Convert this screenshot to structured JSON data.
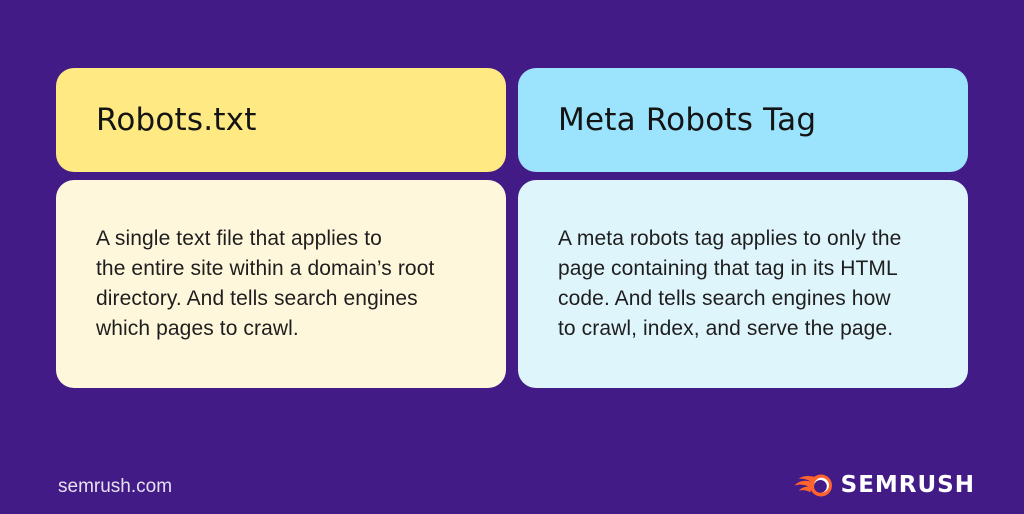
{
  "page": {
    "background_color": "#421B87"
  },
  "comparison": {
    "columns": [
      {
        "title": "Robots.txt",
        "description": "A single text file that applies to\nthe entire site within a domain’s root\ndirectory. And tells search engines\nwhich pages to crawl.",
        "header_color": "#FFE982",
        "body_color": "#FFF7DC"
      },
      {
        "title": "Meta Robots Tag",
        "description": "A meta robots tag applies to only the\npage containing that tag in its HTML\ncode. And tells search engines how\nto crawl, index, and serve the page.",
        "header_color": "#9CE4FD",
        "body_color": "#DFF5FC"
      }
    ]
  },
  "footer": {
    "website": "semrush.com",
    "logo_text": "SEMRUSH",
    "logo_icon": "semrush-comet-icon",
    "logo_color": "#FF642D",
    "text_color": "#FFFFFF"
  }
}
